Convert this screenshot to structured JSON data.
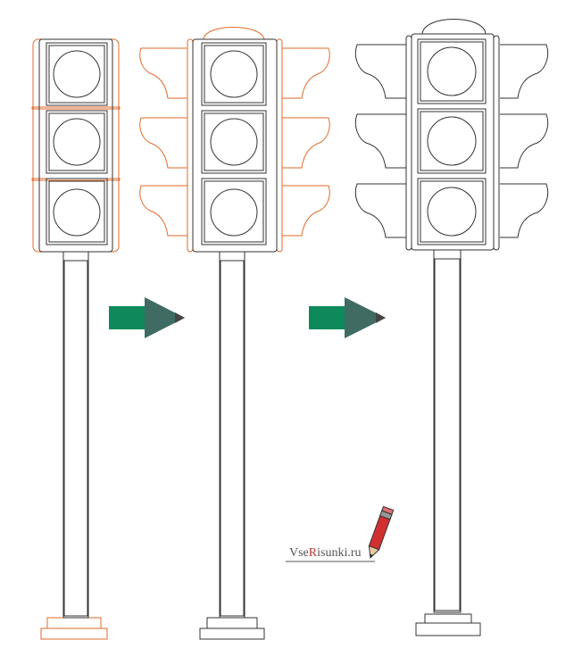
{
  "watermark": {
    "text_prefix": "Vse",
    "text_highlight": "R",
    "text_suffix": "isunki.ru"
  },
  "colors": {
    "line": "#333333",
    "highlight": "#e06a2a",
    "arrow_body": "#0e8a5a",
    "arrow_head": "#3f6b62",
    "arrow_tip": "#444444",
    "pencil": "#d23030"
  },
  "icons": [
    "pencil-icon",
    "arrow-right-icon"
  ]
}
